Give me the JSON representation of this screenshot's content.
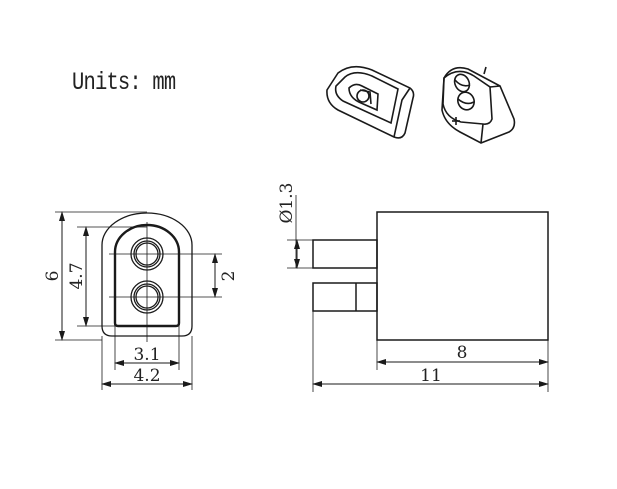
{
  "title": "Units: mm",
  "front_view": {
    "dim_outer_height": "6",
    "dim_inner_height": "4.7",
    "dim_pin_pitch": "2",
    "dim_inner_width": "3.1",
    "dim_outer_width": "4.2"
  },
  "side_view": {
    "dim_pin_diameter": "Ø1.3",
    "dim_body_length": "8",
    "dim_total_length": "11"
  },
  "isometric_views": {
    "left": "connector-front-isometric",
    "right": "connector-back-isometric",
    "polarity_plus": "+",
    "polarity_minus": "-"
  },
  "colors": {
    "line": "#1a1a1a",
    "background": "#ffffff"
  }
}
